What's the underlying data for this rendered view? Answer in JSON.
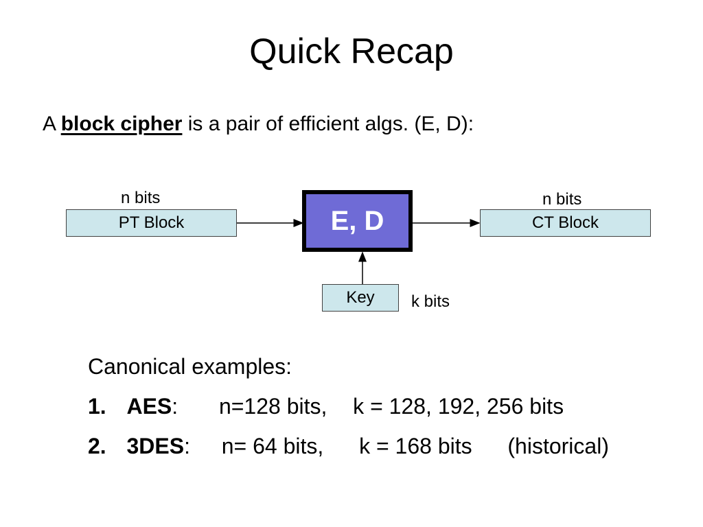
{
  "slide": {
    "title": "Quick Recap",
    "definition": {
      "prefix": "A",
      "term": "block cipher",
      "suffix": "is a pair of efficient algs. (E, D):"
    },
    "diagram": {
      "pt_block_label": "PT Block",
      "pt_bits_label": "n bits",
      "cipher_label": "E, D",
      "ct_block_label": "CT Block",
      "ct_bits_label": "n bits",
      "key_label": "Key",
      "key_bits_label": "k bits"
    },
    "examples": {
      "heading": "Canonical examples:",
      "items": [
        {
          "num": "1.",
          "name": "AES",
          "sep": ":",
          "n": "n=128 bits,",
          "k": "k = 128, 192, 256 bits",
          "note": ""
        },
        {
          "num": "2.",
          "name": "3DES",
          "sep": ":",
          "n": "n= 64 bits,",
          "k": "k = 168 bits",
          "note": "(historical)"
        }
      ]
    },
    "colors": {
      "block_fill": "#cde7ec",
      "cipher_fill": "#6f6bd6",
      "cipher_border": "#000000"
    }
  }
}
